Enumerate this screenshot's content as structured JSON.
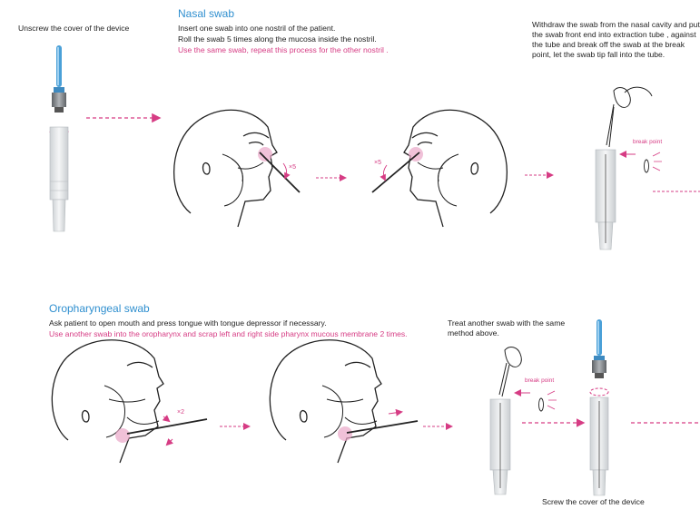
{
  "top": {
    "unscrew_text": "Unscrew the cover of the device",
    "nasal_title": "Nasal swab",
    "nasal_line1": "Insert one swab into one nostril of the patient.",
    "nasal_line2": "Roll the swab 5 times along the mucosa inside the nostril.",
    "nasal_line3": "Use the same swab, repeat this process for the other nostril .",
    "withdraw_text": "Withdraw the swab from the nasal cavity and put the swab front end into extraction tube , against the tube and break off the swab at the break point, let the swab tip fall into the tube.",
    "break_point_label": "break point",
    "times_label_left": "×5",
    "times_label_right": "×5"
  },
  "bottom": {
    "oro_title": "Oropharyngeal swab",
    "oro_line1": "Ask patient to open mouth and press tongue with tongue depressor if necessary.",
    "oro_line2": "Use another swab into the oropharynx and scrap left and right side pharynx mucous membrane 2 times.",
    "treat_text": "Treat another swab with the same method above.",
    "break_point_label": "break point",
    "times_label": "×2",
    "screw_text": "Screw the cover of the device"
  },
  "colors": {
    "accent_pink": "#d63c84",
    "title_blue": "#2f8fcf",
    "swab_blue": "#4aa0d8"
  }
}
